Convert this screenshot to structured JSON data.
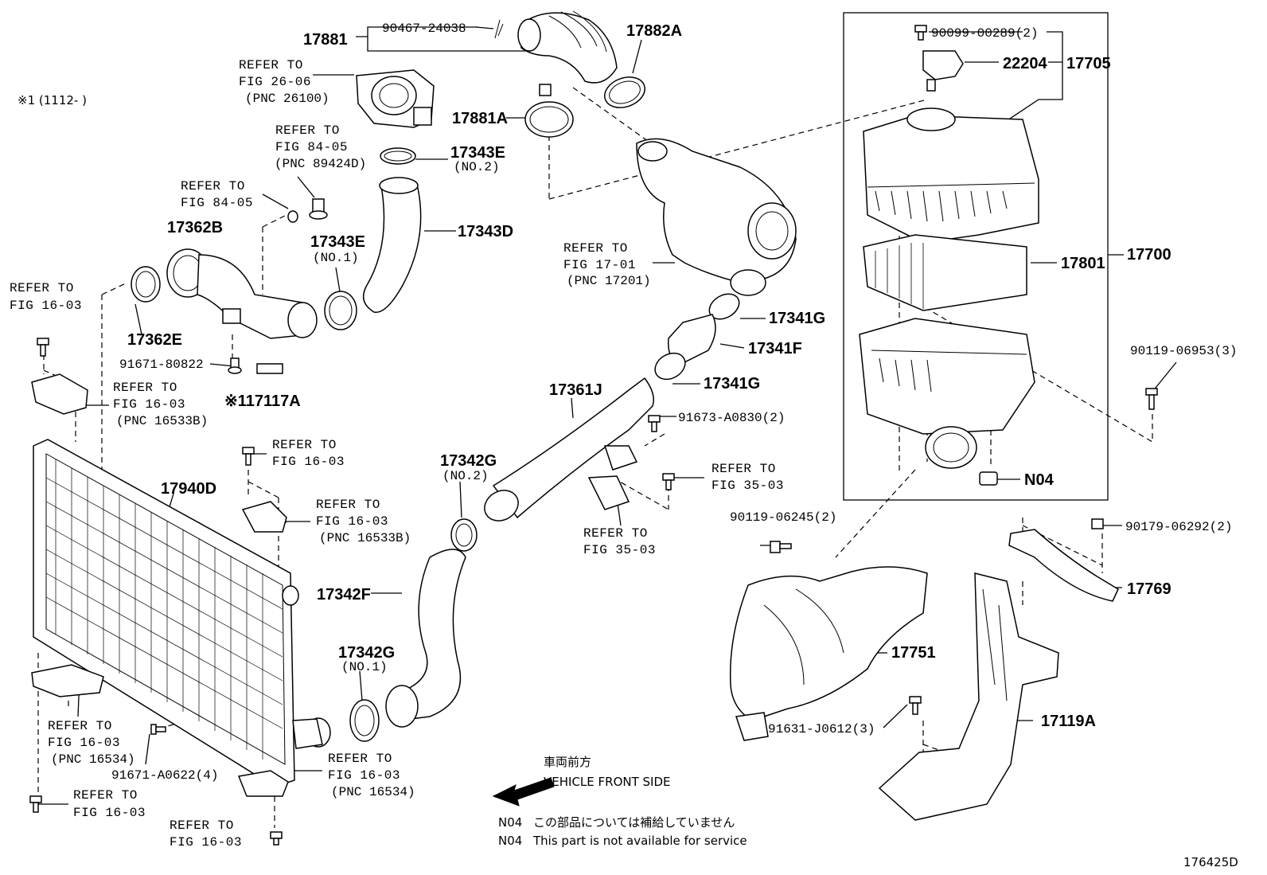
{
  "diagram": {
    "figure_code": "176425D",
    "serial_note": "※1 (1112-     )",
    "direction": {
      "jp": "車両前方",
      "en": "VEHICLE FRONT SIDE"
    },
    "footnotes": [
      {
        "code": "N04",
        "text": "この部品については補給していません"
      },
      {
        "code": "N04",
        "text": "This part is not available for service"
      }
    ],
    "parts": {
      "p17881": "17881",
      "p90467": "90467-24038",
      "p17882A": "17882A",
      "p17881A": "17881A",
      "p17343E2": "17343E",
      "p17343E2_sub": "(NO.2)",
      "p17343D": "17343D",
      "p17362B": "17362B",
      "p17343E1": "17343E",
      "p17343E1_sub": "(NO.1)",
      "p17362E": "17362E",
      "p91671_80822": "91671-80822",
      "p17117A": "※117117A",
      "p17940D": "17940D",
      "p91671_A0622": "91671-A0622(4)",
      "p17342G2": "17342G",
      "p17342G2_sub": "(NO.2)",
      "p17342F": "17342F",
      "p17342G1": "17342G",
      "p17342G1_sub": "(NO.1)",
      "p17361J": "17361J",
      "p91673": "91673-A0830(2)",
      "p17341G_a": "17341G",
      "p17341F": "17341F",
      "p17341G_b": "17341G",
      "p90099": "90099-00289(2)",
      "p22204": "22204",
      "p17705": "17705",
      "p17801": "17801",
      "p17700": "17700",
      "p90119_06953": "90119-06953(3)",
      "pN04": "N04",
      "p90119_06245": "90119-06245(2)",
      "p90179": "90179-06292(2)",
      "p17769": "17769",
      "p17751": "17751",
      "p91631": "91631-J0612(3)",
      "p17119A": "17119A"
    },
    "refs": {
      "r26_06": [
        "REFER TO",
        "FIG 26-06",
        "(PNC 26100)"
      ],
      "r84_05a": [
        "REFER TO",
        "FIG 84-05",
        "(PNC 89424D)"
      ],
      "r84_05b": [
        "REFER TO",
        "FIG 84-05"
      ],
      "r16_03a": [
        "REFER TO",
        "FIG 16-03"
      ],
      "r16_03b": [
        "REFER TO",
        "FIG 16-03",
        "(PNC 16533B)"
      ],
      "r16_03c": [
        "REFER TO",
        "FIG 16-03"
      ],
      "r16_03d": [
        "REFER TO",
        "FIG 16-03",
        "(PNC 16533B)"
      ],
      "r16_03e": [
        "REFER TO",
        "FIG 16-03",
        "(PNC 16534)"
      ],
      "r16_03f": [
        "REFER TO",
        "FIG 16-03",
        "(PNC 16534)"
      ],
      "r16_03g": [
        "REFER TO",
        "FIG 16-03"
      ],
      "r16_03h": [
        "REFER TO",
        "FIG 16-03"
      ],
      "r17_01": [
        "REFER TO",
        "FIG 17-01",
        "(PNC 17201)"
      ],
      "r35_03a": [
        "REFER TO",
        "FIG 35-03"
      ],
      "r35_03b": [
        "REFER TO",
        "FIG 35-03"
      ]
    }
  }
}
